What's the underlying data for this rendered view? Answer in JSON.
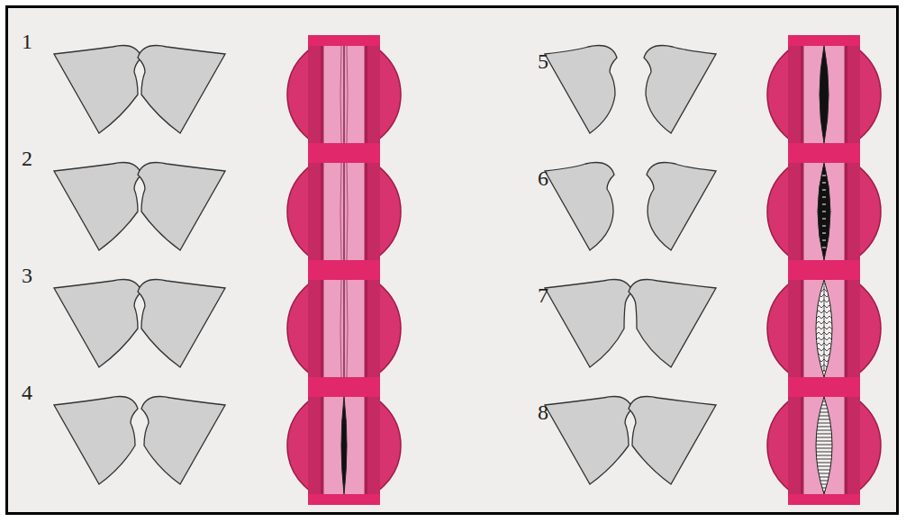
{
  "diagram": {
    "labels": [
      "1",
      "2",
      "3",
      "4",
      "5",
      "6",
      "7",
      "8"
    ]
  }
}
